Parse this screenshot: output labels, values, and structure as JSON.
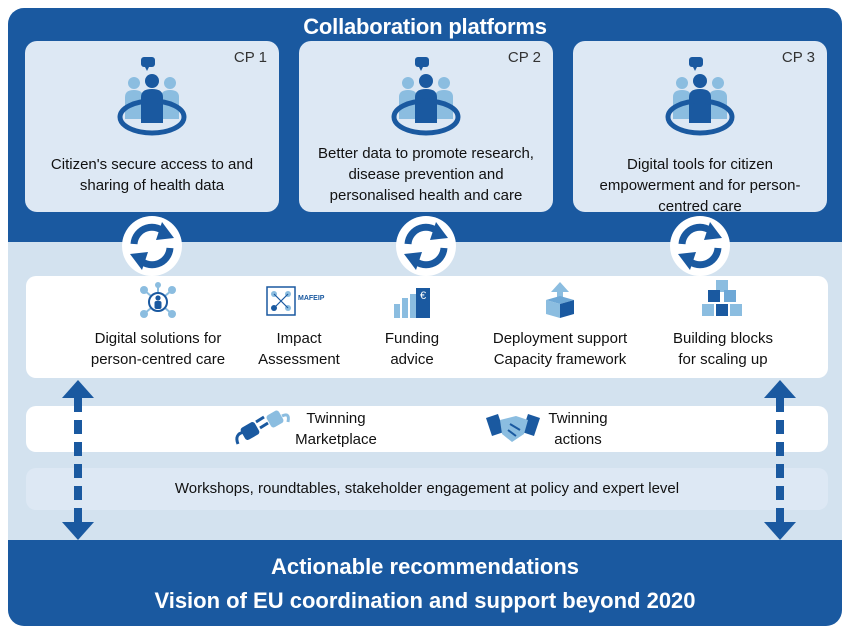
{
  "header": {
    "title": "Collaboration platforms"
  },
  "platforms": [
    {
      "label": "CP 1",
      "text_lines": [
        "Citizen's secure access to and",
        "sharing of health data"
      ]
    },
    {
      "label": "CP 2",
      "text_lines": [
        "Better data to promote research,",
        "disease prevention and",
        "personalised health and care"
      ]
    },
    {
      "label": "CP 3",
      "text_lines": [
        "Digital tools for citizen",
        "empowerment and for person-",
        "centred care"
      ]
    }
  ],
  "tools": [
    {
      "icon": "network-person-icon",
      "lines": [
        "Digital solutions for",
        "person-centred care"
      ]
    },
    {
      "icon": "mafeip-icon",
      "icon_text": "MAFEIP",
      "lines": [
        "Impact",
        "Assessment"
      ]
    },
    {
      "icon": "euro-chart-icon",
      "icon_text": "€",
      "lines": [
        "Funding",
        "advice"
      ]
    },
    {
      "icon": "box-arrow-icon",
      "lines": [
        "Deployment support",
        "Capacity framework"
      ]
    },
    {
      "icon": "cubes-icon",
      "lines": [
        "Building blocks",
        "for scaling up"
      ]
    }
  ],
  "twinning": [
    {
      "icon": "plug-icon",
      "lines": [
        "Twinning",
        "Marketplace"
      ]
    },
    {
      "icon": "handshake-icon",
      "lines": [
        "Twinning",
        "actions"
      ]
    }
  ],
  "workshops": {
    "text": "Workshops, roundtables, stakeholder engagement at policy and expert level"
  },
  "footer": {
    "line1": "Actionable recommendations",
    "line2": "Vision of EU coordination and support beyond 2020"
  },
  "colors": {
    "primary": "#1a59a0",
    "card": "#dde8f4",
    "panel": "#d3e2ef",
    "icon_light": "#8bbde0"
  }
}
